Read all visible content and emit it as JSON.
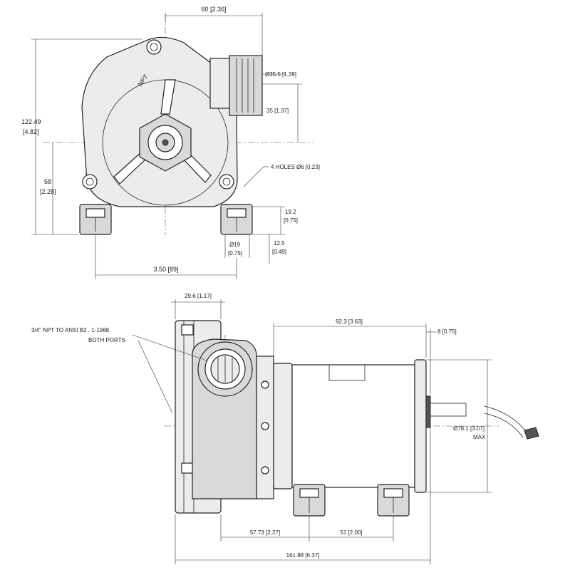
{
  "top_view": {
    "dim_width_top": "60 [2.36]",
    "dim_height_total_mm": "122.49",
    "dim_height_total_in": "[4.82]",
    "dim_center_height_mm": "58",
    "dim_center_height_in": "[2.28]",
    "dim_port_dia": "Ø35.5 [1.39]",
    "dim_port_offset": "35 [1.37]",
    "holes_note": "4 HOLES  Ø6 [0.23]",
    "dim_foot_height_mm": "19.2",
    "dim_foot_height_in": "[0.75]",
    "dim_foot_dia_mm": "Ø19",
    "dim_foot_dia_in": "[0.75]",
    "dim_foot_base_mm": "12.5",
    "dim_foot_base_in": "[0.49]",
    "dim_foot_spacing": "3.50 [89]",
    "npt_label": "NPT"
  },
  "side_view": {
    "dim_head_width": "29.6 [1.17]",
    "ports_note_line1": "3/4\" NPT TO ANSI B2 . 1-1968",
    "ports_note_line2": "BOTH PORTS",
    "dim_motor_length": "92.3 [3.63]",
    "dim_end_cap": "8 [0.75]",
    "dim_motor_dia_line1": "Ø78.1 [3.07]",
    "dim_motor_dia_line2": "MAX",
    "dim_foot_to_head": "57.73 [2.27]",
    "dim_foot_spacing": "51 [2.00]",
    "dim_overall_length": "161.88 [6.37]"
  }
}
